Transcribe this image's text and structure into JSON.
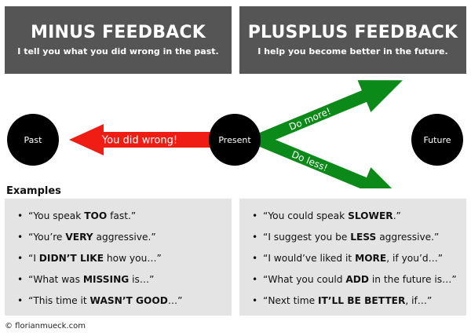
{
  "minus": {
    "title": "MINUS FEEDBACK",
    "subtitle": "I tell you what you did wrong in the past.",
    "examples": [
      {
        "prefix": "“You speak ",
        "bold": "TOO",
        "suffix": " fast.”"
      },
      {
        "prefix": "“You’re ",
        "bold": "VERY",
        "suffix": " aggressive.”"
      },
      {
        "prefix": "“I ",
        "bold": "DIDN’T LIKE",
        "suffix": " how you…”"
      },
      {
        "prefix": "“What was ",
        "bold": "MISSING",
        "suffix": " is…”"
      },
      {
        "prefix": "“This time it ",
        "bold": "WASN’T GOOD",
        "suffix": "…”"
      }
    ]
  },
  "plusplus": {
    "title": "PLUSPLUS FEEDBACK",
    "subtitle": "I help you become better in the future.",
    "examples": [
      {
        "prefix": "“You could speak ",
        "bold": "SLOWER",
        "suffix": ".”"
      },
      {
        "prefix": "“I suggest you be ",
        "bold": "LESS",
        "suffix": " aggressive.”"
      },
      {
        "prefix": "“I would’ve liked it ",
        "bold": "MORE",
        "suffix": ", if you’d…”"
      },
      {
        "prefix": "“What you could ",
        "bold": "ADD",
        "suffix": " in the future is…”"
      },
      {
        "prefix": "“Next time ",
        "bold": "IT’LL BE BETTER",
        "suffix": ", if…”"
      }
    ]
  },
  "diagram": {
    "past": "Past",
    "present": "Present",
    "future": "Future",
    "arrow_wrong": "You did wrong!",
    "arrow_more": "Do more!",
    "arrow_less": "Do less!",
    "colors": {
      "red": "#f01d14",
      "green": "#0b8a19",
      "node": "#000000"
    }
  },
  "examples_label": "Examples",
  "bullet": "•",
  "copyright": "© florianmueck.com"
}
